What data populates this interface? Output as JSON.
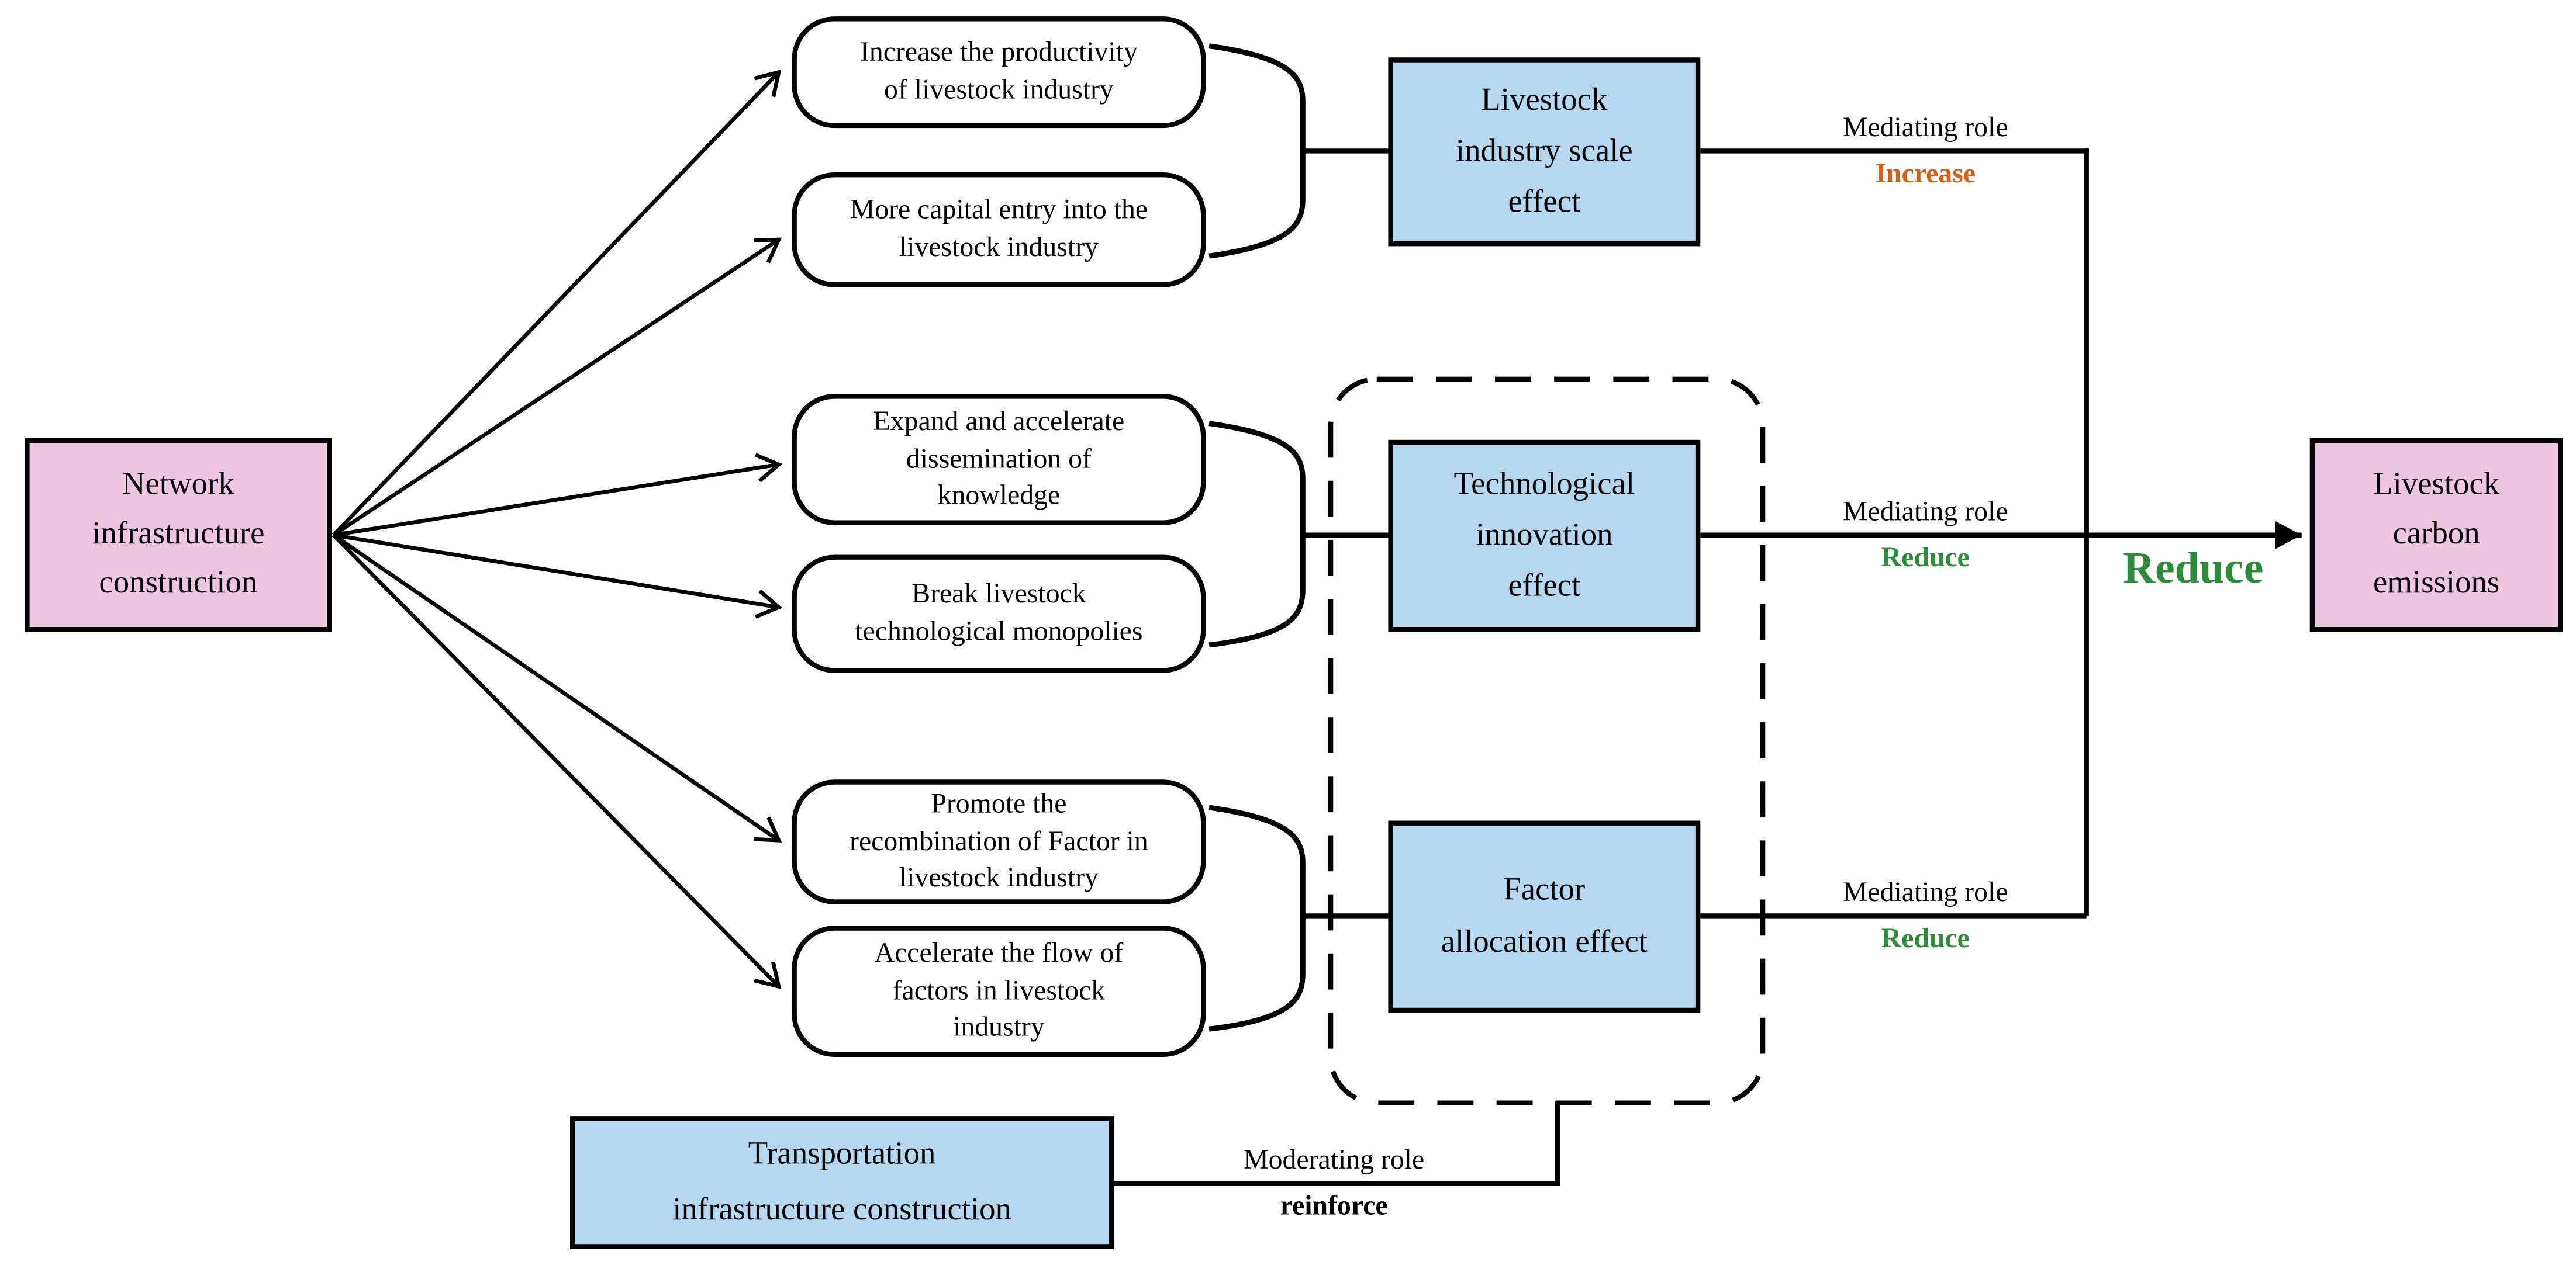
{
  "colors": {
    "pink_box_fill": "#eec6e2",
    "blue_box_fill": "#b5d8f0",
    "increase_orange": "#d4611a",
    "reduce_green": "#2e8b3a",
    "line_black": "#000000"
  },
  "antecedent": {
    "lines": [
      "Network",
      "infrastructure",
      "construction"
    ]
  },
  "mechanisms": [
    {
      "lines": [
        "Increase the productivity",
        "of livestock industry"
      ]
    },
    {
      "lines": [
        "More capital entry into the",
        "livestock industry"
      ]
    },
    {
      "lines": [
        "Expand and accelerate",
        "dissemination of",
        "knowledge"
      ]
    },
    {
      "lines": [
        "Break livestock",
        "technological monopolies"
      ]
    },
    {
      "lines": [
        "Promote the",
        "recombination of Factor in",
        "livestock industry"
      ]
    },
    {
      "lines": [
        "Accelerate the flow of",
        "factors in livestock",
        "industry"
      ]
    }
  ],
  "effects": [
    {
      "lines": [
        "Livestock",
        "industry scale",
        "effect"
      ]
    },
    {
      "lines": [
        "Technological",
        "innovation",
        "effect"
      ]
    },
    {
      "lines": [
        "Factor",
        "allocation effect"
      ]
    }
  ],
  "mediators": [
    {
      "role": "Mediating role",
      "direction": "Increase"
    },
    {
      "role": "Mediating role",
      "direction": "Reduce"
    },
    {
      "role": "Mediating role",
      "direction": "Reduce"
    }
  ],
  "outcome_arrow": {
    "label": "Reduce"
  },
  "outcome": {
    "lines": [
      "Livestock",
      "carbon",
      "emissions"
    ]
  },
  "moderator": {
    "box_lines": [
      "Transportation",
      "infrastructure construction"
    ],
    "role": "Moderating role",
    "direction": "reinforce"
  }
}
